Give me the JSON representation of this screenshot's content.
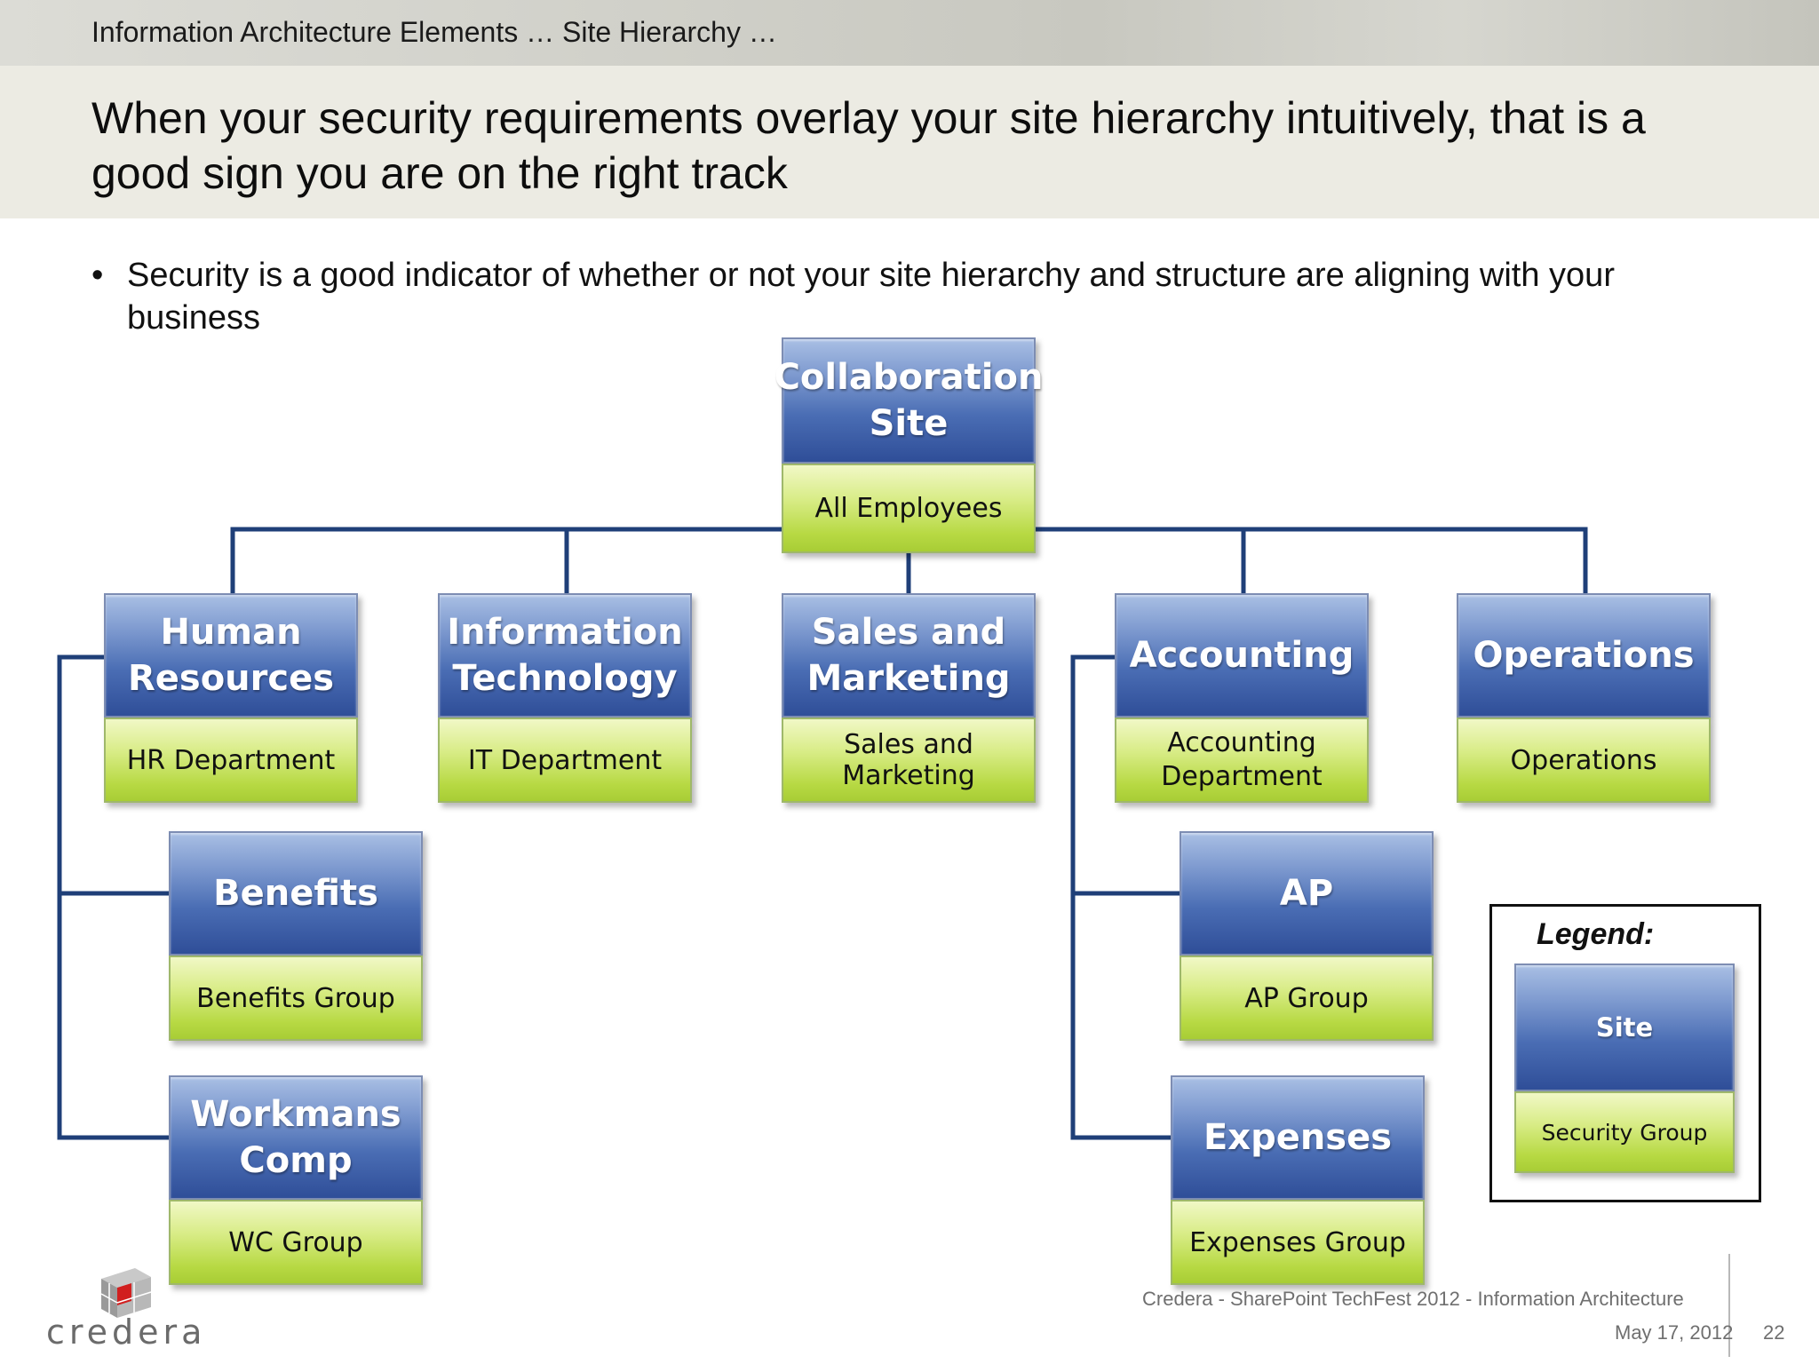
{
  "header": {
    "breadcrumb": "Information Architecture Elements … Site Hierarchy …",
    "title": "When your security requirements overlay your site hierarchy intuitively, that is a good sign you are on the right track"
  },
  "bullets": [
    "Security is a good indicator of whether or not your site hierarchy and structure are aligning with your business"
  ],
  "hierarchy": {
    "root": {
      "site": "Collaboration Site",
      "group": "All Employees"
    },
    "departments": [
      {
        "site": "Human Resources",
        "group": "HR Department"
      },
      {
        "site": "Information Technology",
        "group": "IT Department"
      },
      {
        "site": "Sales and Marketing",
        "group": "Sales and Marketing"
      },
      {
        "site": "Accounting",
        "group": "Accounting Department"
      },
      {
        "site": "Operations",
        "group": "Operations"
      }
    ],
    "sub_sites": [
      {
        "parent": "Human Resources",
        "site": "Benefits",
        "group": "Benefits Group"
      },
      {
        "parent": "Human Resources",
        "site": "Workmans Comp",
        "group": "WC Group"
      },
      {
        "parent": "Accounting",
        "site": "AP",
        "group": "AP Group"
      },
      {
        "parent": "Accounting",
        "site": "Expenses",
        "group": "Expenses Group"
      }
    ]
  },
  "legend": {
    "title": "Legend:",
    "site": "Site",
    "group": "Security Group"
  },
  "colors": {
    "site_box": "#4a6db4",
    "security_group_box": "#b7d943",
    "connector": "#1f3f78"
  },
  "footer": {
    "logo_text": "credera",
    "event": "Credera - SharePoint TechFest 2012 - Information Architecture",
    "date": "May 17, 2012",
    "page": "22"
  }
}
